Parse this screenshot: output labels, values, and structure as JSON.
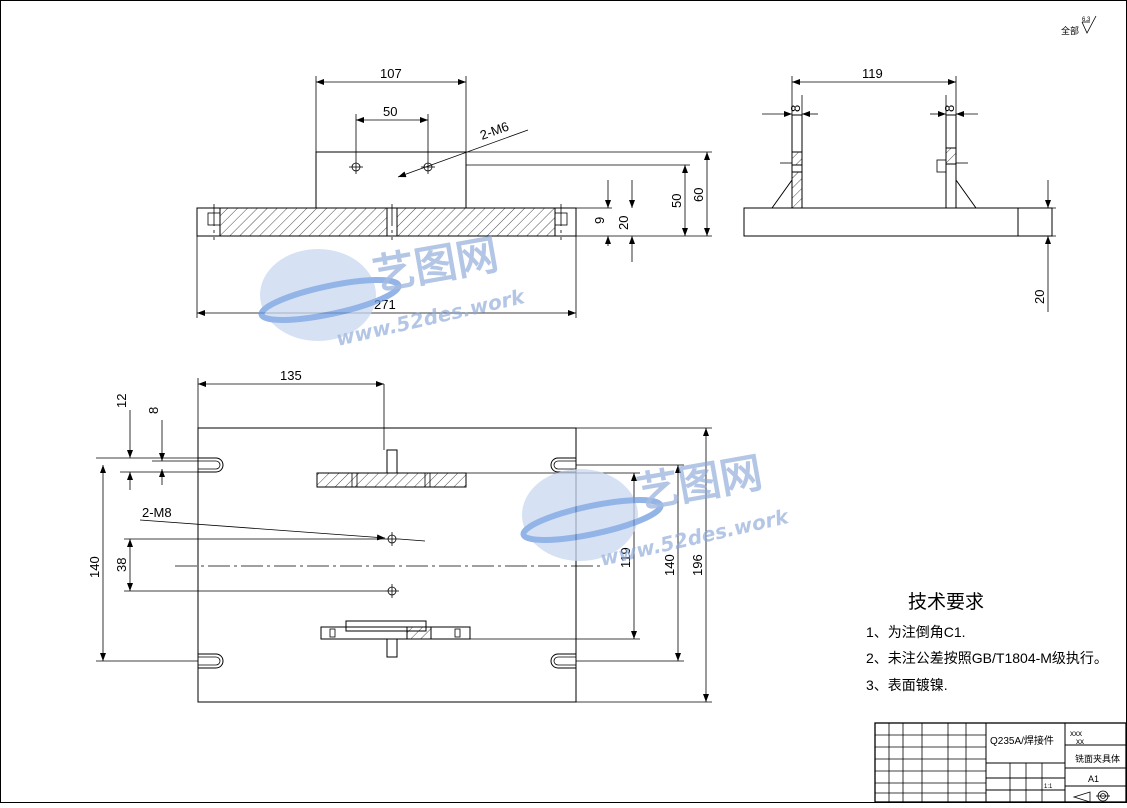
{
  "roughness_note": "全部",
  "roughness_value": "6.3",
  "front_view": {
    "dims": {
      "top_width": "107",
      "hole_spacing": "50",
      "thread": "2-M6",
      "total_width": "271",
      "h9": "9",
      "h20": "20",
      "h50": "50",
      "h60": "60"
    }
  },
  "side_view": {
    "dims": {
      "width": "119",
      "left_w": "8",
      "right_w": "8",
      "base_h": "20"
    }
  },
  "top_view": {
    "dims": {
      "offset": "135",
      "slot_w12": "12",
      "slot_w8": "8",
      "thread": "2-M8",
      "d140_left": "140",
      "d38": "38",
      "d119": "119",
      "d140_right": "140",
      "d196": "196"
    }
  },
  "requirements": {
    "title": "技术要求",
    "items": [
      "1、为注倒角C1.",
      "2、未注公差按照GB/T1804-M级执行。",
      "3、表面镀镍."
    ]
  },
  "title_block": {
    "material": "Q235A/焊接件",
    "company": "xxx",
    "subcompany": "xx",
    "part_name": "铣面夹具体",
    "sheet_size": "A1",
    "scale": "1:1"
  },
  "watermark": {
    "brand": "艺图网",
    "url": "www.52des.work"
  }
}
